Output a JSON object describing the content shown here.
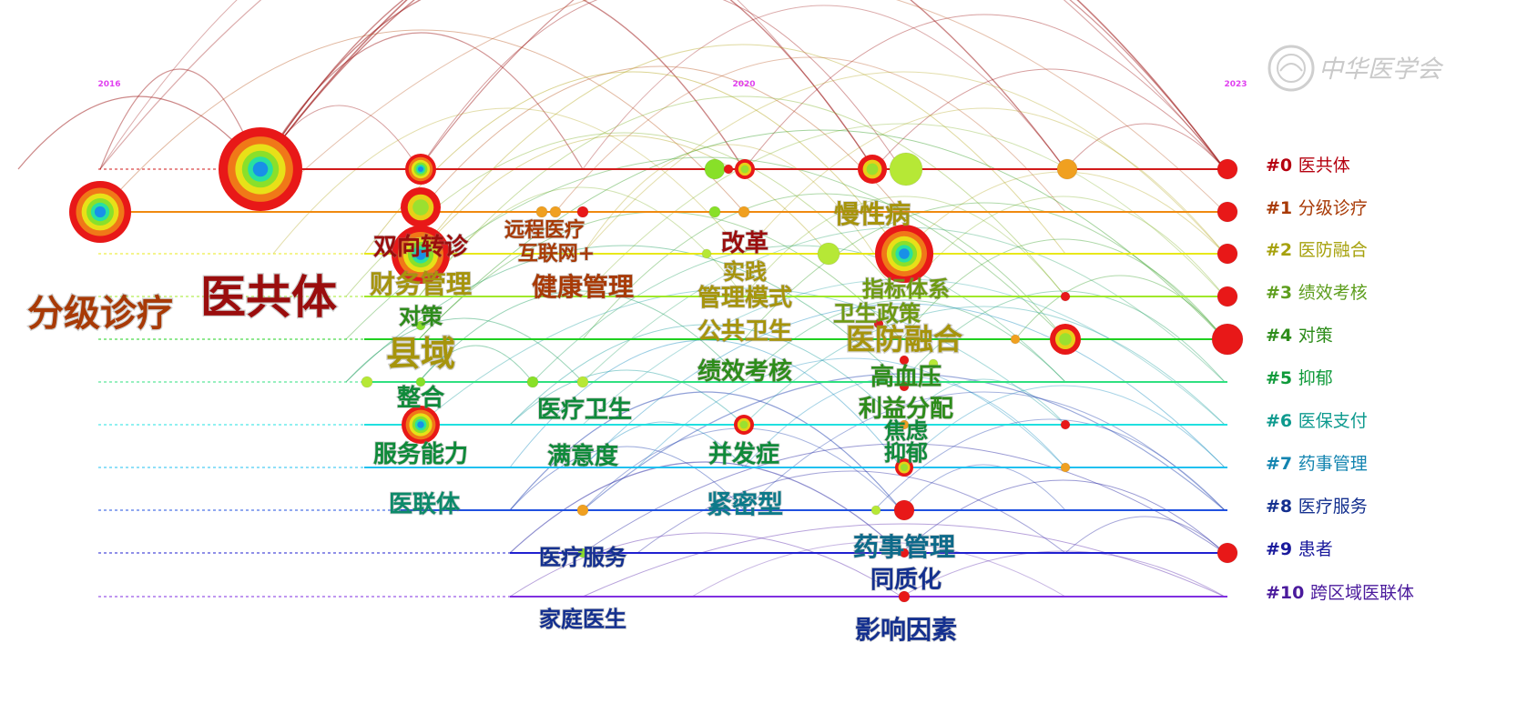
{
  "watermark": "中华医学会",
  "years": [
    "2016",
    "2020",
    "2023"
  ],
  "clusters": [
    {
      "id": "#0",
      "label": "医共体",
      "color": "#b5000f"
    },
    {
      "id": "#1",
      "label": "分级诊疗",
      "color": "#a83a06"
    },
    {
      "id": "#2",
      "label": "医防融合",
      "color": "#a6a10c"
    },
    {
      "id": "#3",
      "label": "绩效考核",
      "color": "#5e9e1e"
    },
    {
      "id": "#4",
      "label": "对策",
      "color": "#2d8c1a"
    },
    {
      "id": "#5",
      "label": "抑郁",
      "color": "#0f9a3a"
    },
    {
      "id": "#6",
      "label": "医保支付",
      "color": "#0d9a8e"
    },
    {
      "id": "#7",
      "label": "药事管理",
      "color": "#1384b0"
    },
    {
      "id": "#8",
      "label": "医疗服务",
      "color": "#14308f"
    },
    {
      "id": "#9",
      "label": "患者",
      "color": "#1a1a9c"
    },
    {
      "id": "#10",
      "label": "跨区域医联体",
      "color": "#4a1a9c"
    }
  ],
  "keywords": [
    {
      "text": "分级诊疗",
      "color": "#a83a06"
    },
    {
      "text": "医共体",
      "color": "#9a0d0d"
    },
    {
      "text": "双向转诊",
      "color": "#9a0d0d"
    },
    {
      "text": "远程医疗",
      "color": "#a83a06"
    },
    {
      "text": "互联网+",
      "color": "#a83a06"
    },
    {
      "text": "改革",
      "color": "#9a0d0d"
    },
    {
      "text": "慢性病",
      "color": "#a6940c"
    },
    {
      "text": "财务管理",
      "color": "#a6940c"
    },
    {
      "text": "健康管理",
      "color": "#a83a06"
    },
    {
      "text": "实践",
      "color": "#a6940c"
    },
    {
      "text": "管理模式",
      "color": "#a6940c"
    },
    {
      "text": "指标体系",
      "color": "#6e9a12"
    },
    {
      "text": "对策",
      "color": "#2d8c1a"
    },
    {
      "text": "卫生政策",
      "color": "#6e9a12"
    },
    {
      "text": "公共卫生",
      "color": "#a6940c"
    },
    {
      "text": "县域",
      "color": "#a6940c"
    },
    {
      "text": "医防融合",
      "color": "#a6940c"
    },
    {
      "text": "绩效考核",
      "color": "#2d8c1a"
    },
    {
      "text": "高血压",
      "color": "#2d8c1a"
    },
    {
      "text": "整合",
      "color": "#0f8a3a"
    },
    {
      "text": "医疗卫生",
      "color": "#0f8a3a"
    },
    {
      "text": "利益分配",
      "color": "#2d8c1a"
    },
    {
      "text": "焦虑",
      "color": "#0f8a3a"
    },
    {
      "text": "服务能力",
      "color": "#0f8a3a"
    },
    {
      "text": "满意度",
      "color": "#0f8a3a"
    },
    {
      "text": "并发症",
      "color": "#0f8a3a"
    },
    {
      "text": "抑郁",
      "color": "#0f8a3a"
    },
    {
      "text": "医联体",
      "color": "#0d8a6a"
    },
    {
      "text": "紧密型",
      "color": "#0d7a8a"
    },
    {
      "text": "药事管理",
      "color": "#0d6a8a"
    },
    {
      "text": "医疗服务",
      "color": "#14308f"
    },
    {
      "text": "同质化",
      "color": "#14308f"
    },
    {
      "text": "家庭医生",
      "color": "#14308f"
    },
    {
      "text": "影响因素",
      "color": "#14308f"
    }
  ]
}
